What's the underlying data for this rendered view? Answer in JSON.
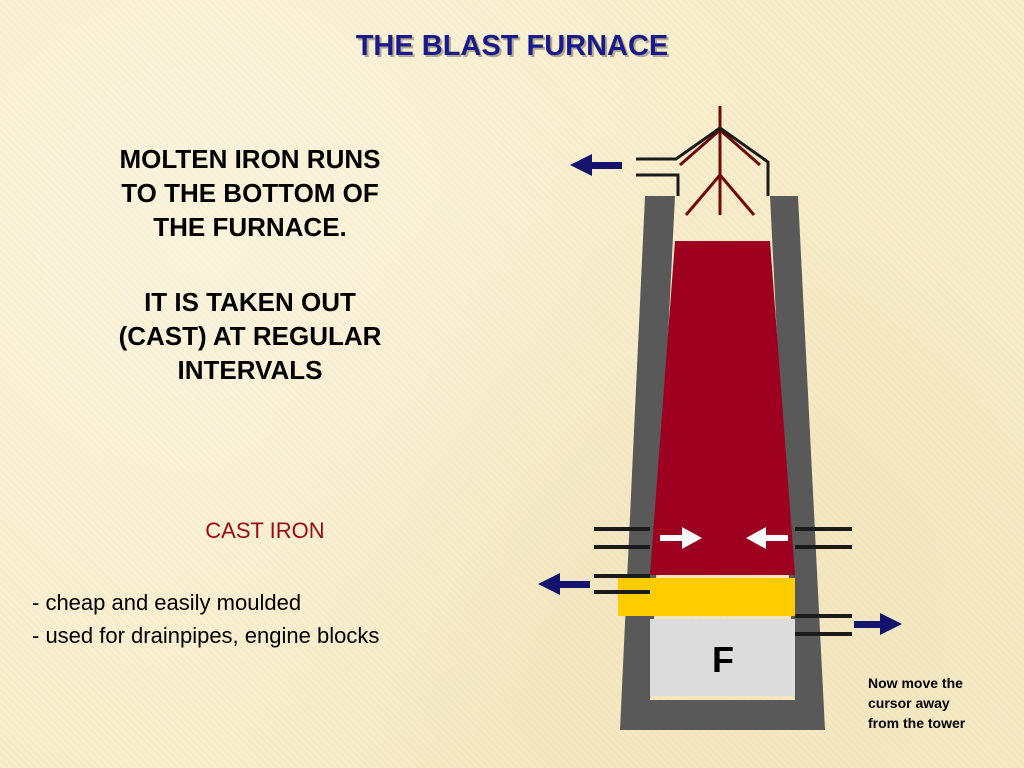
{
  "title": "THE BLAST FURNACE",
  "description": {
    "paragraph1": [
      "MOLTEN IRON RUNS",
      "TO THE BOTTOM OF",
      "THE FURNACE."
    ],
    "paragraph2": [
      "IT IS TAKEN OUT",
      "(CAST) AT REGULAR",
      "INTERVALS"
    ]
  },
  "cast_iron": {
    "heading": "CAST IRON",
    "properties": [
      "- cheap and easily moulded",
      "- used for drainpipes, engine blocks"
    ]
  },
  "furnace": {
    "zone_label": "F",
    "colors": {
      "wall": "#595959",
      "charge": "#9e0020",
      "molten_iron": "#ffcc00",
      "base_zone": "#dcdcdc",
      "hopper": "#6e0a0a",
      "arrows": "#14146e",
      "inlet_arrows": "#ffffff"
    }
  },
  "note": [
    "Now move the",
    "cursor away",
    "from the tower"
  ]
}
